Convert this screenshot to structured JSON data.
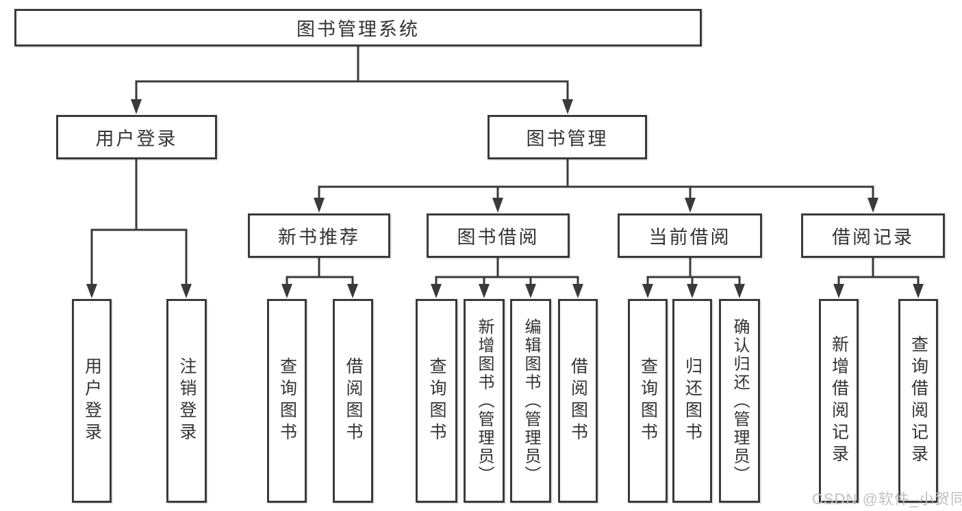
{
  "nodes": {
    "root": "图书管理系统",
    "user_login": "用户登录",
    "book_management": "图书管理",
    "new_book_recommend": "新书推荐",
    "book_borrow": "图书借阅",
    "current_borrow": "当前借阅",
    "borrow_record": "借阅记录",
    "leaf_user_login": "用户登录",
    "leaf_logout": "注销登录",
    "leaf_query_book_a": "查询图书",
    "leaf_borrow_book_a": "借阅图书",
    "leaf_query_book_b": "查询图书",
    "leaf_add_book_admin": "新增图书（管理员）",
    "leaf_edit_book_admin": "编辑图书（管理员）",
    "leaf_borrow_book_b": "借阅图书",
    "leaf_query_book_c": "查询图书",
    "leaf_return_book": "归还图书",
    "leaf_confirm_return_admin": "确认归还（管理员）",
    "leaf_add_borrow_record": "新增借阅记录",
    "leaf_query_borrow_record": "查询借阅记录"
  },
  "watermark": "CSDN @软件_小贺同学",
  "colors": {
    "line": "#3a3a3a",
    "text": "#333333",
    "background": "#ffffff",
    "watermark": "#c0c0c0"
  }
}
